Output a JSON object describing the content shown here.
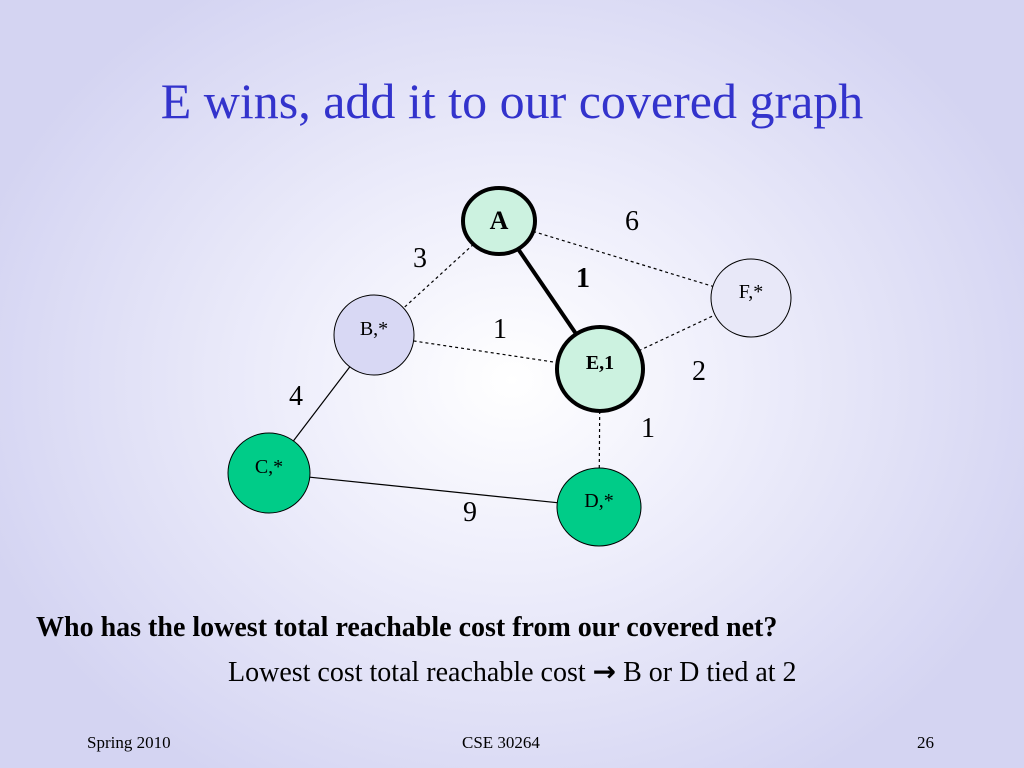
{
  "slide": {
    "title": "E wins, add it to our covered graph",
    "question": "Who has the lowest total reachable cost from our covered net?",
    "answer_prefix": "Lowest cost total reachable cost",
    "answer_arrow": "→",
    "answer_suffix": "B or D tied at 2"
  },
  "graph": {
    "nodes": [
      {
        "id": "A",
        "label": "A",
        "fill": "#ccf2e0",
        "bold": true,
        "thick": true
      },
      {
        "id": "B",
        "label": "B,*",
        "fill": "#d8d8f4",
        "bold": false,
        "thick": false
      },
      {
        "id": "C",
        "label": "C,*",
        "fill": "#00cc88",
        "bold": false,
        "thick": false
      },
      {
        "id": "D",
        "label": "D,*",
        "fill": "#00cc88",
        "bold": false,
        "thick": false
      },
      {
        "id": "E",
        "label": "E,1",
        "fill": "#ccf2e0",
        "bold": true,
        "thick": true
      },
      {
        "id": "F",
        "label": "F,*",
        "fill": "#e8e8f8",
        "bold": false,
        "thick": false
      }
    ],
    "edges": [
      {
        "from": "A",
        "to": "B",
        "weight": "3",
        "style": "dashed"
      },
      {
        "from": "A",
        "to": "F",
        "weight": "6",
        "style": "dashed"
      },
      {
        "from": "A",
        "to": "E",
        "weight": "1",
        "style": "bold"
      },
      {
        "from": "B",
        "to": "E",
        "weight": "1",
        "style": "dashed"
      },
      {
        "from": "B",
        "to": "C",
        "weight": "4",
        "style": "solid"
      },
      {
        "from": "E",
        "to": "F",
        "weight": "2",
        "style": "dashed"
      },
      {
        "from": "E",
        "to": "D",
        "weight": "1",
        "style": "dashed"
      },
      {
        "from": "C",
        "to": "D",
        "weight": "9",
        "style": "solid"
      }
    ]
  },
  "footer": {
    "left": "Spring 2010",
    "center": "CSE 30264",
    "right": "26"
  }
}
